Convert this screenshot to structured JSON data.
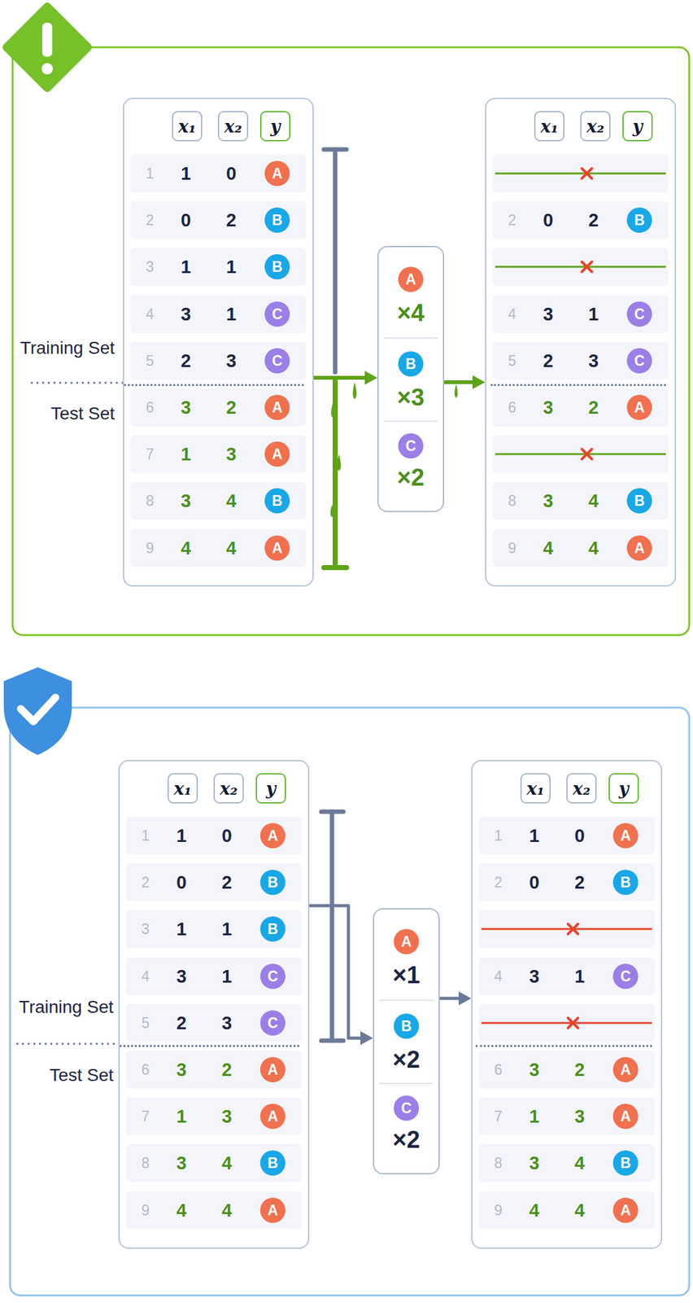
{
  "diagram": {
    "nodes": [
      {
        "text": [
          "x₁",
          "x₂",
          "y"
        ]
      },
      {
        "text": [
          "A"
        ],
        "in": 0
      },
      {
        "text": [
          "B"
        ],
        "in": 0
      },
      {
        "text": [
          "B"
        ],
        "in": 0
      },
      {
        "text": [
          "C"
        ],
        "in": 0
      },
      {
        "text": [
          "C"
        ],
        "in": 0
      },
      {
        "text": [
          "A"
        ],
        "in": 0
      },
      {
        "text": [
          "A"
        ],
        "in": 0
      },
      {
        "text": [
          "B"
        ],
        "in": 0
      },
      {
        "text": [
          "A"
        ],
        "in": 0
      },
      {
        "text": [
          "×4",
          "×3",
          "×2"
        ]
      },
      {
        "text": [
          "A"
        ],
        "in": 10
      },
      {
        "text": [
          "B"
        ],
        "in": 10
      },
      {
        "text": [
          "C"
        ],
        "in": 10
      },
      {
        "text": [
          "x₁",
          "x₂",
          "y"
        ]
      },
      {
        "text": [
          "B"
        ],
        "in": 14
      },
      {
        "text": [
          "C"
        ],
        "in": 14
      },
      {
        "text": [
          "C"
        ],
        "in": 14
      },
      {
        "text": [
          "A"
        ],
        "in": 14
      },
      {
        "text": [
          "B"
        ],
        "in": 14
      },
      {
        "text": [
          "A"
        ],
        "in": 14
      },
      {
        "text": [
          "x₁",
          "x₂",
          "y"
        ]
      },
      {
        "text": [
          "A"
        ],
        "in": 21
      },
      {
        "text": [
          "B"
        ],
        "in": 21
      },
      {
        "text": [
          "B"
        ],
        "in": 21
      },
      {
        "text": [
          "C"
        ],
        "in": 21
      },
      {
        "text": [
          "C"
        ],
        "in": 21
      },
      {
        "text": [
          "A"
        ],
        "in": 21
      },
      {
        "text": [
          "A"
        ],
        "in": 21
      },
      {
        "text": [
          "B"
        ],
        "in": 21
      },
      {
        "text": [
          "A"
        ],
        "in": 21
      },
      {
        "text": [
          "×1",
          "×2",
          "×2"
        ]
      },
      {
        "text": [
          "A"
        ],
        "in": 31
      },
      {
        "text": [
          "B"
        ],
        "in": 31
      },
      {
        "text": [
          "C"
        ],
        "in": 31
      },
      {
        "text": [
          "x₁",
          "x₂",
          "y"
        ]
      },
      {
        "text": [
          "A"
        ],
        "in": 35
      },
      {
        "text": [
          "B"
        ],
        "in": 35
      },
      {
        "text": [
          "C"
        ],
        "in": 35
      },
      {
        "text": [
          "A"
        ],
        "in": 35
      },
      {
        "text": [
          "A"
        ],
        "in": 35
      },
      {
        "text": [
          "B"
        ],
        "in": 35
      },
      {
        "text": [
          "A"
        ],
        "in": 35
      }
    ],
    "edges": [
      {
        "from": 0,
        "to": 10,
        "arrow": "to"
      },
      {
        "from": 10,
        "to": 14,
        "arrow": "to"
      },
      {
        "from": 21,
        "to": 31,
        "arrow": "to"
      },
      {
        "from": 31,
        "to": 35,
        "arrow": "to"
      }
    ],
    "labels": [
      "Training Set",
      "Test Set",
      "1",
      "1",
      "0",
      "2",
      "0",
      "2",
      "3",
      "1",
      "1",
      "4",
      "3",
      "1",
      "5",
      "2",
      "3",
      "6",
      "3",
      "2",
      "7",
      "1",
      "3",
      "8",
      "3",
      "4",
      "9",
      "4",
      "4",
      "2",
      "0",
      "2",
      "4",
      "3",
      "1",
      "5",
      "2",
      "3",
      "6",
      "3",
      "2",
      "8",
      "3",
      "4",
      "9",
      "4",
      "4",
      "Training Set",
      "Test Set",
      "1",
      "1",
      "0",
      "2",
      "0",
      "2",
      "3",
      "1",
      "1",
      "4",
      "3",
      "1",
      "5",
      "2",
      "3",
      "6",
      "3",
      "2",
      "7",
      "1",
      "3",
      "8",
      "3",
      "4",
      "9",
      "4",
      "4",
      "1",
      "1",
      "0",
      "2",
      "0",
      "2",
      "4",
      "3",
      "1",
      "6",
      "3",
      "2",
      "7",
      "1",
      "3",
      "8",
      "3",
      "4",
      "9",
      "4",
      "4"
    ]
  }
}
